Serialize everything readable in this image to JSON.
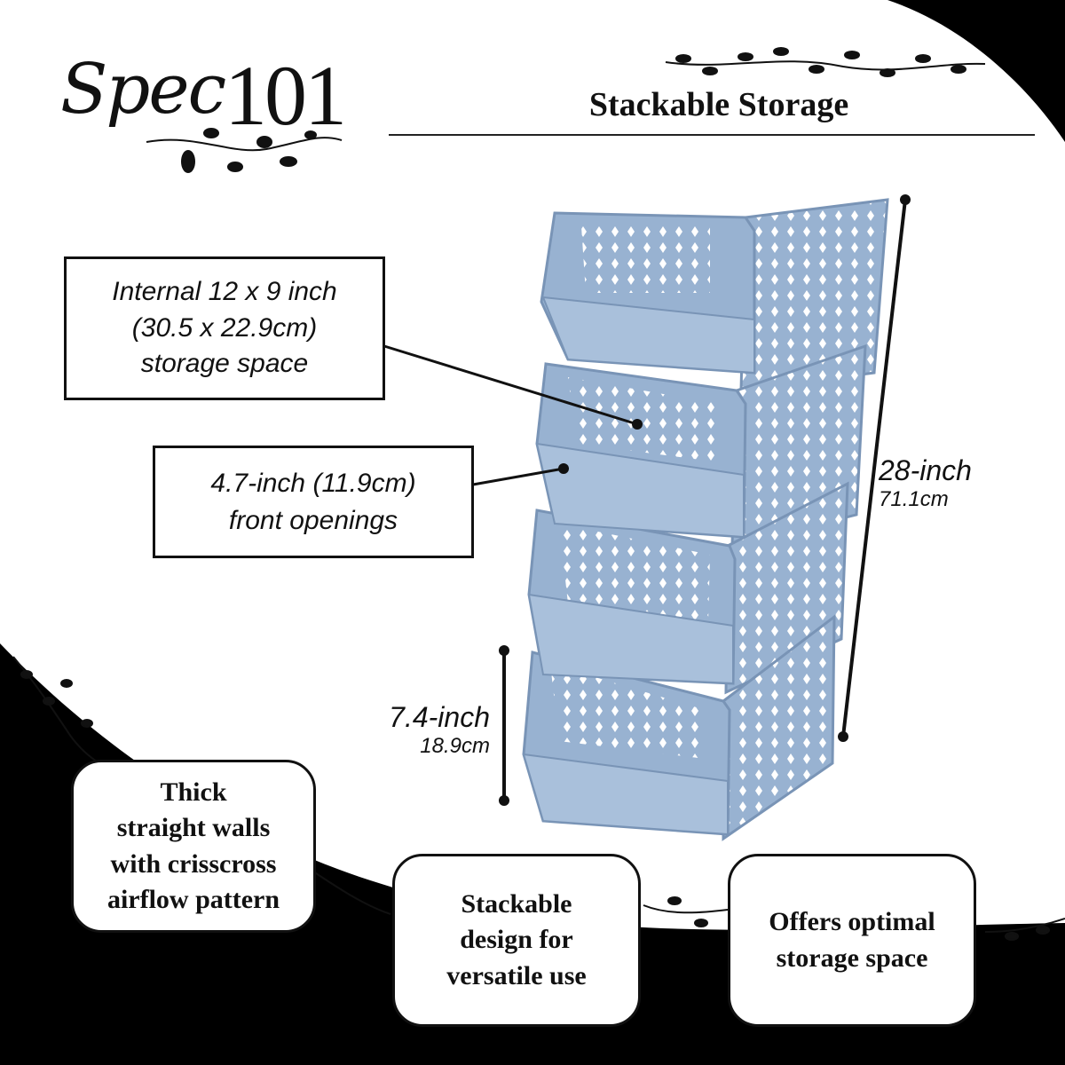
{
  "brand": {
    "script": "Spec",
    "number": "101"
  },
  "title": "Stackable Storage",
  "callouts": {
    "internal": {
      "line1": "Internal 12 x 9 inch",
      "line2": "(30.5 x 22.9cm)",
      "line3": "storage space"
    },
    "opening": {
      "line1": "4.7-inch (11.9cm)",
      "line2": "front openings"
    }
  },
  "dimensions": {
    "total_height": {
      "imperial": "28-inch",
      "metric": "71.1cm"
    },
    "bin_height": {
      "imperial": "7.4-inch",
      "metric": "18.9cm"
    }
  },
  "features": [
    {
      "line1": "Thick",
      "line2": "straight walls",
      "line3": "with crisscross",
      "line4": "airflow pattern"
    },
    {
      "line1": "Stackable",
      "line2": "design for",
      "line3": "versatile use"
    },
    {
      "line1": "Offers optimal",
      "line2": "storage space"
    }
  ],
  "colors": {
    "bin": "#98b2d1",
    "bin_dark": "#7994b6",
    "accent": "#000000"
  }
}
